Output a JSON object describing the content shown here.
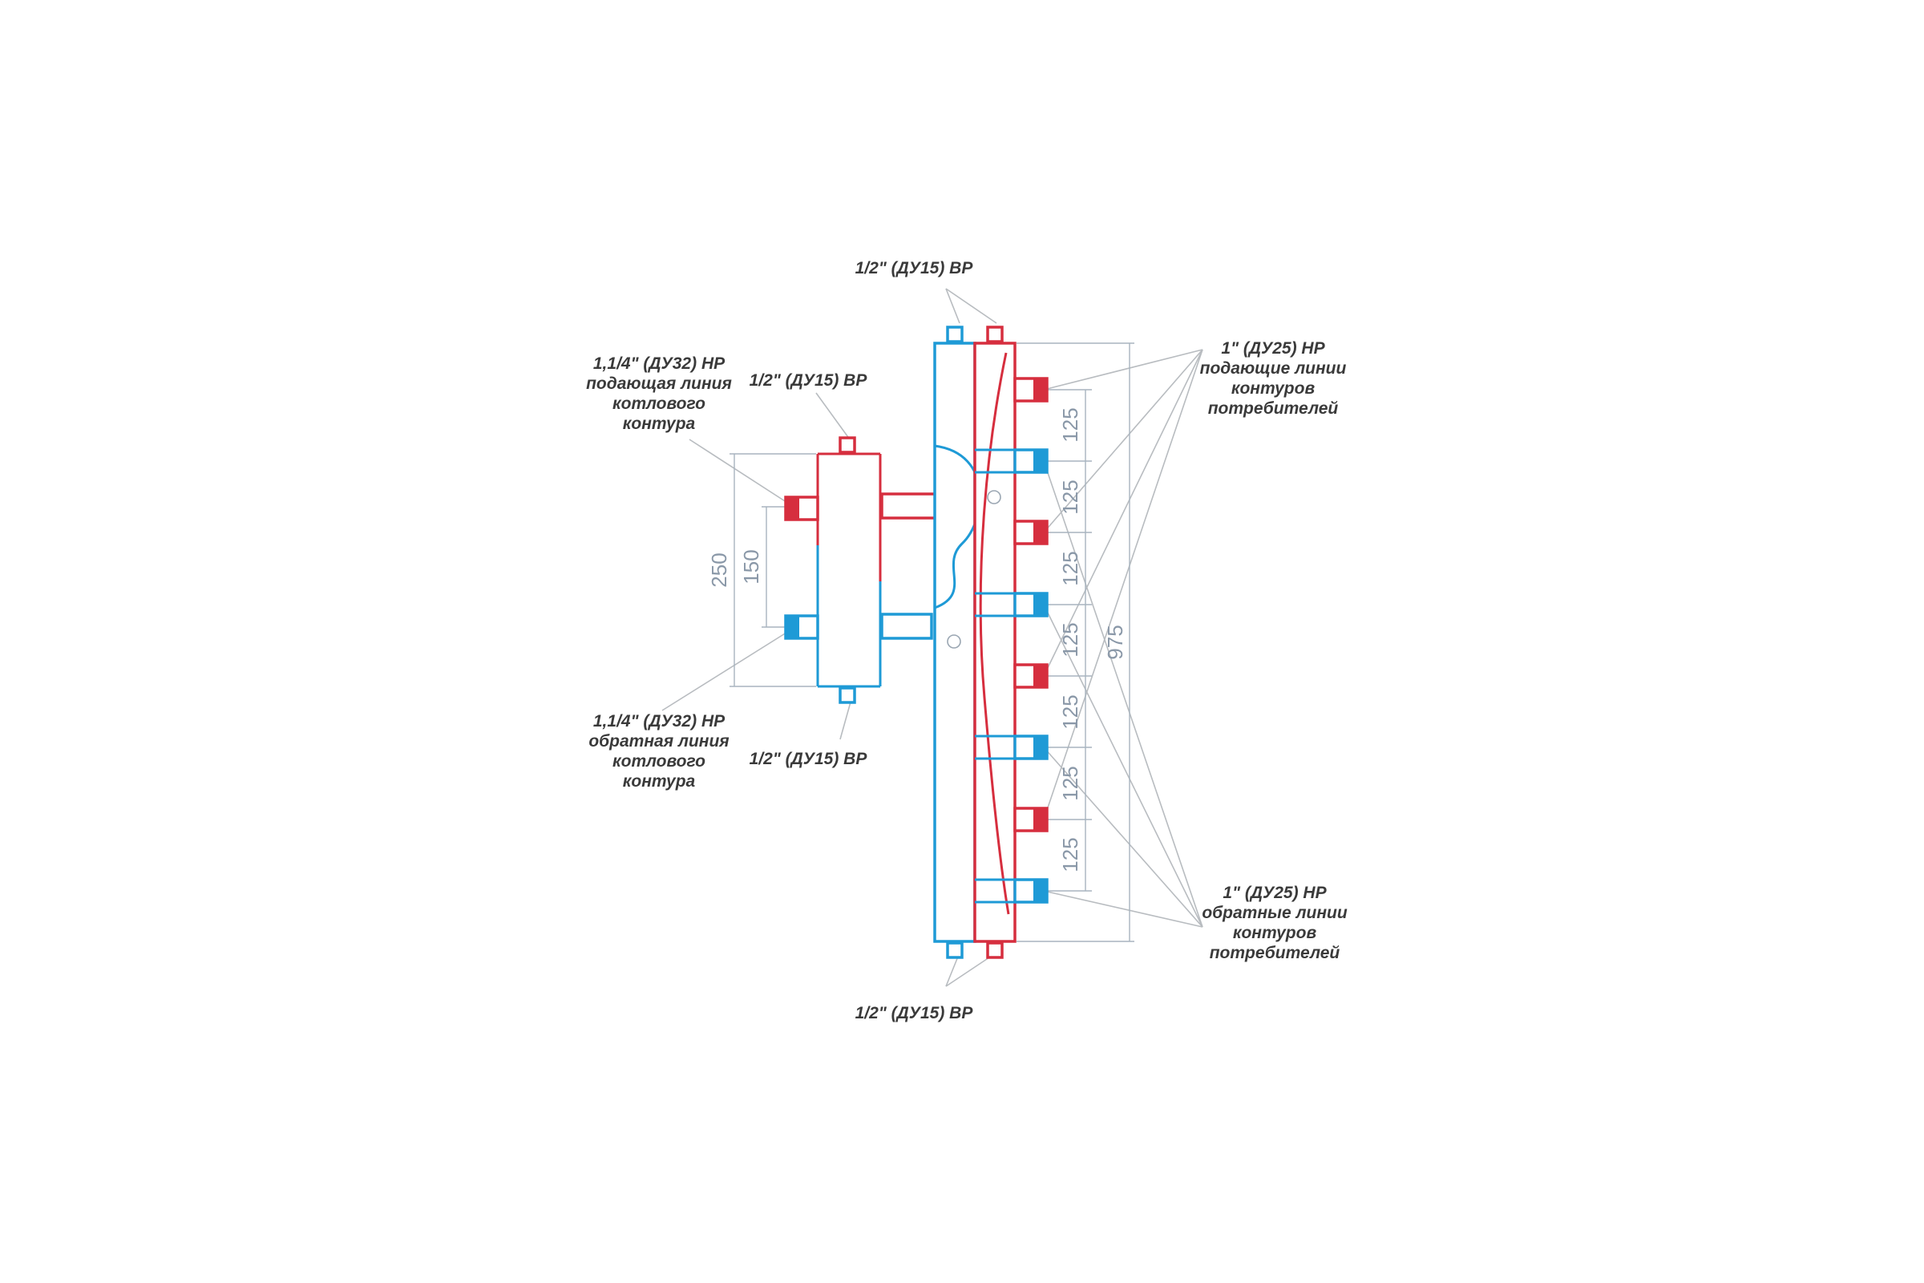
{
  "colors": {
    "supply": "#d62e3e",
    "return": "#1e9ad6",
    "dimension": "#8a98a8",
    "text": "#3a3a3a"
  },
  "labels": {
    "top_port": "1/2\" (ДУ15) ВР",
    "bottom_port": "1/2\" (ДУ15) ВР",
    "sep_top_port": "1/2\" (ДУ15) ВР",
    "sep_bottom_port": "1/2\" (ДУ15) ВР",
    "boiler_supply": [
      "1,1/4\" (ДУ32) НР",
      "подающая линия",
      "котлового",
      "контура"
    ],
    "boiler_return": [
      "1,1/4\" (ДУ32) НР",
      "обратная линия",
      "котлового",
      "контура"
    ],
    "consumer_supply": [
      "1\" (ДУ25) НР",
      "подающие линии",
      "контуров",
      "потребителей"
    ],
    "consumer_return": [
      "1\" (ДУ25) НР",
      "обратные линии",
      "контуров",
      "потребителей"
    ]
  },
  "dimensions": {
    "separator_total": "250",
    "separator_ports": "150",
    "outlet_spacing": [
      "125",
      "125",
      "125",
      "125",
      "125",
      "125",
      "125"
    ],
    "manifold_total": "975"
  }
}
